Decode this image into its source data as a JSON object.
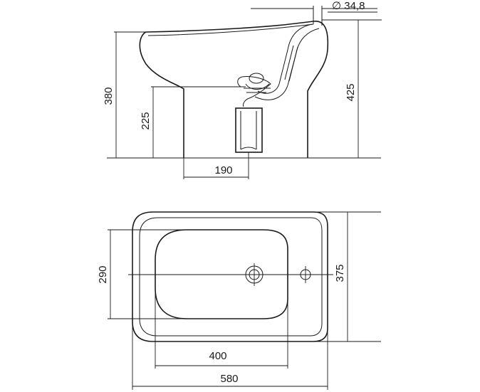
{
  "side_view": {
    "pipe_diameter": "∅ 34,8",
    "height_total": "425",
    "height_rim": "380",
    "height_outlet": "225",
    "outlet_offset": "190"
  },
  "top_view": {
    "width_outer": "375",
    "width_bowl": "290",
    "length_bowl": "400",
    "length_total": "580"
  }
}
